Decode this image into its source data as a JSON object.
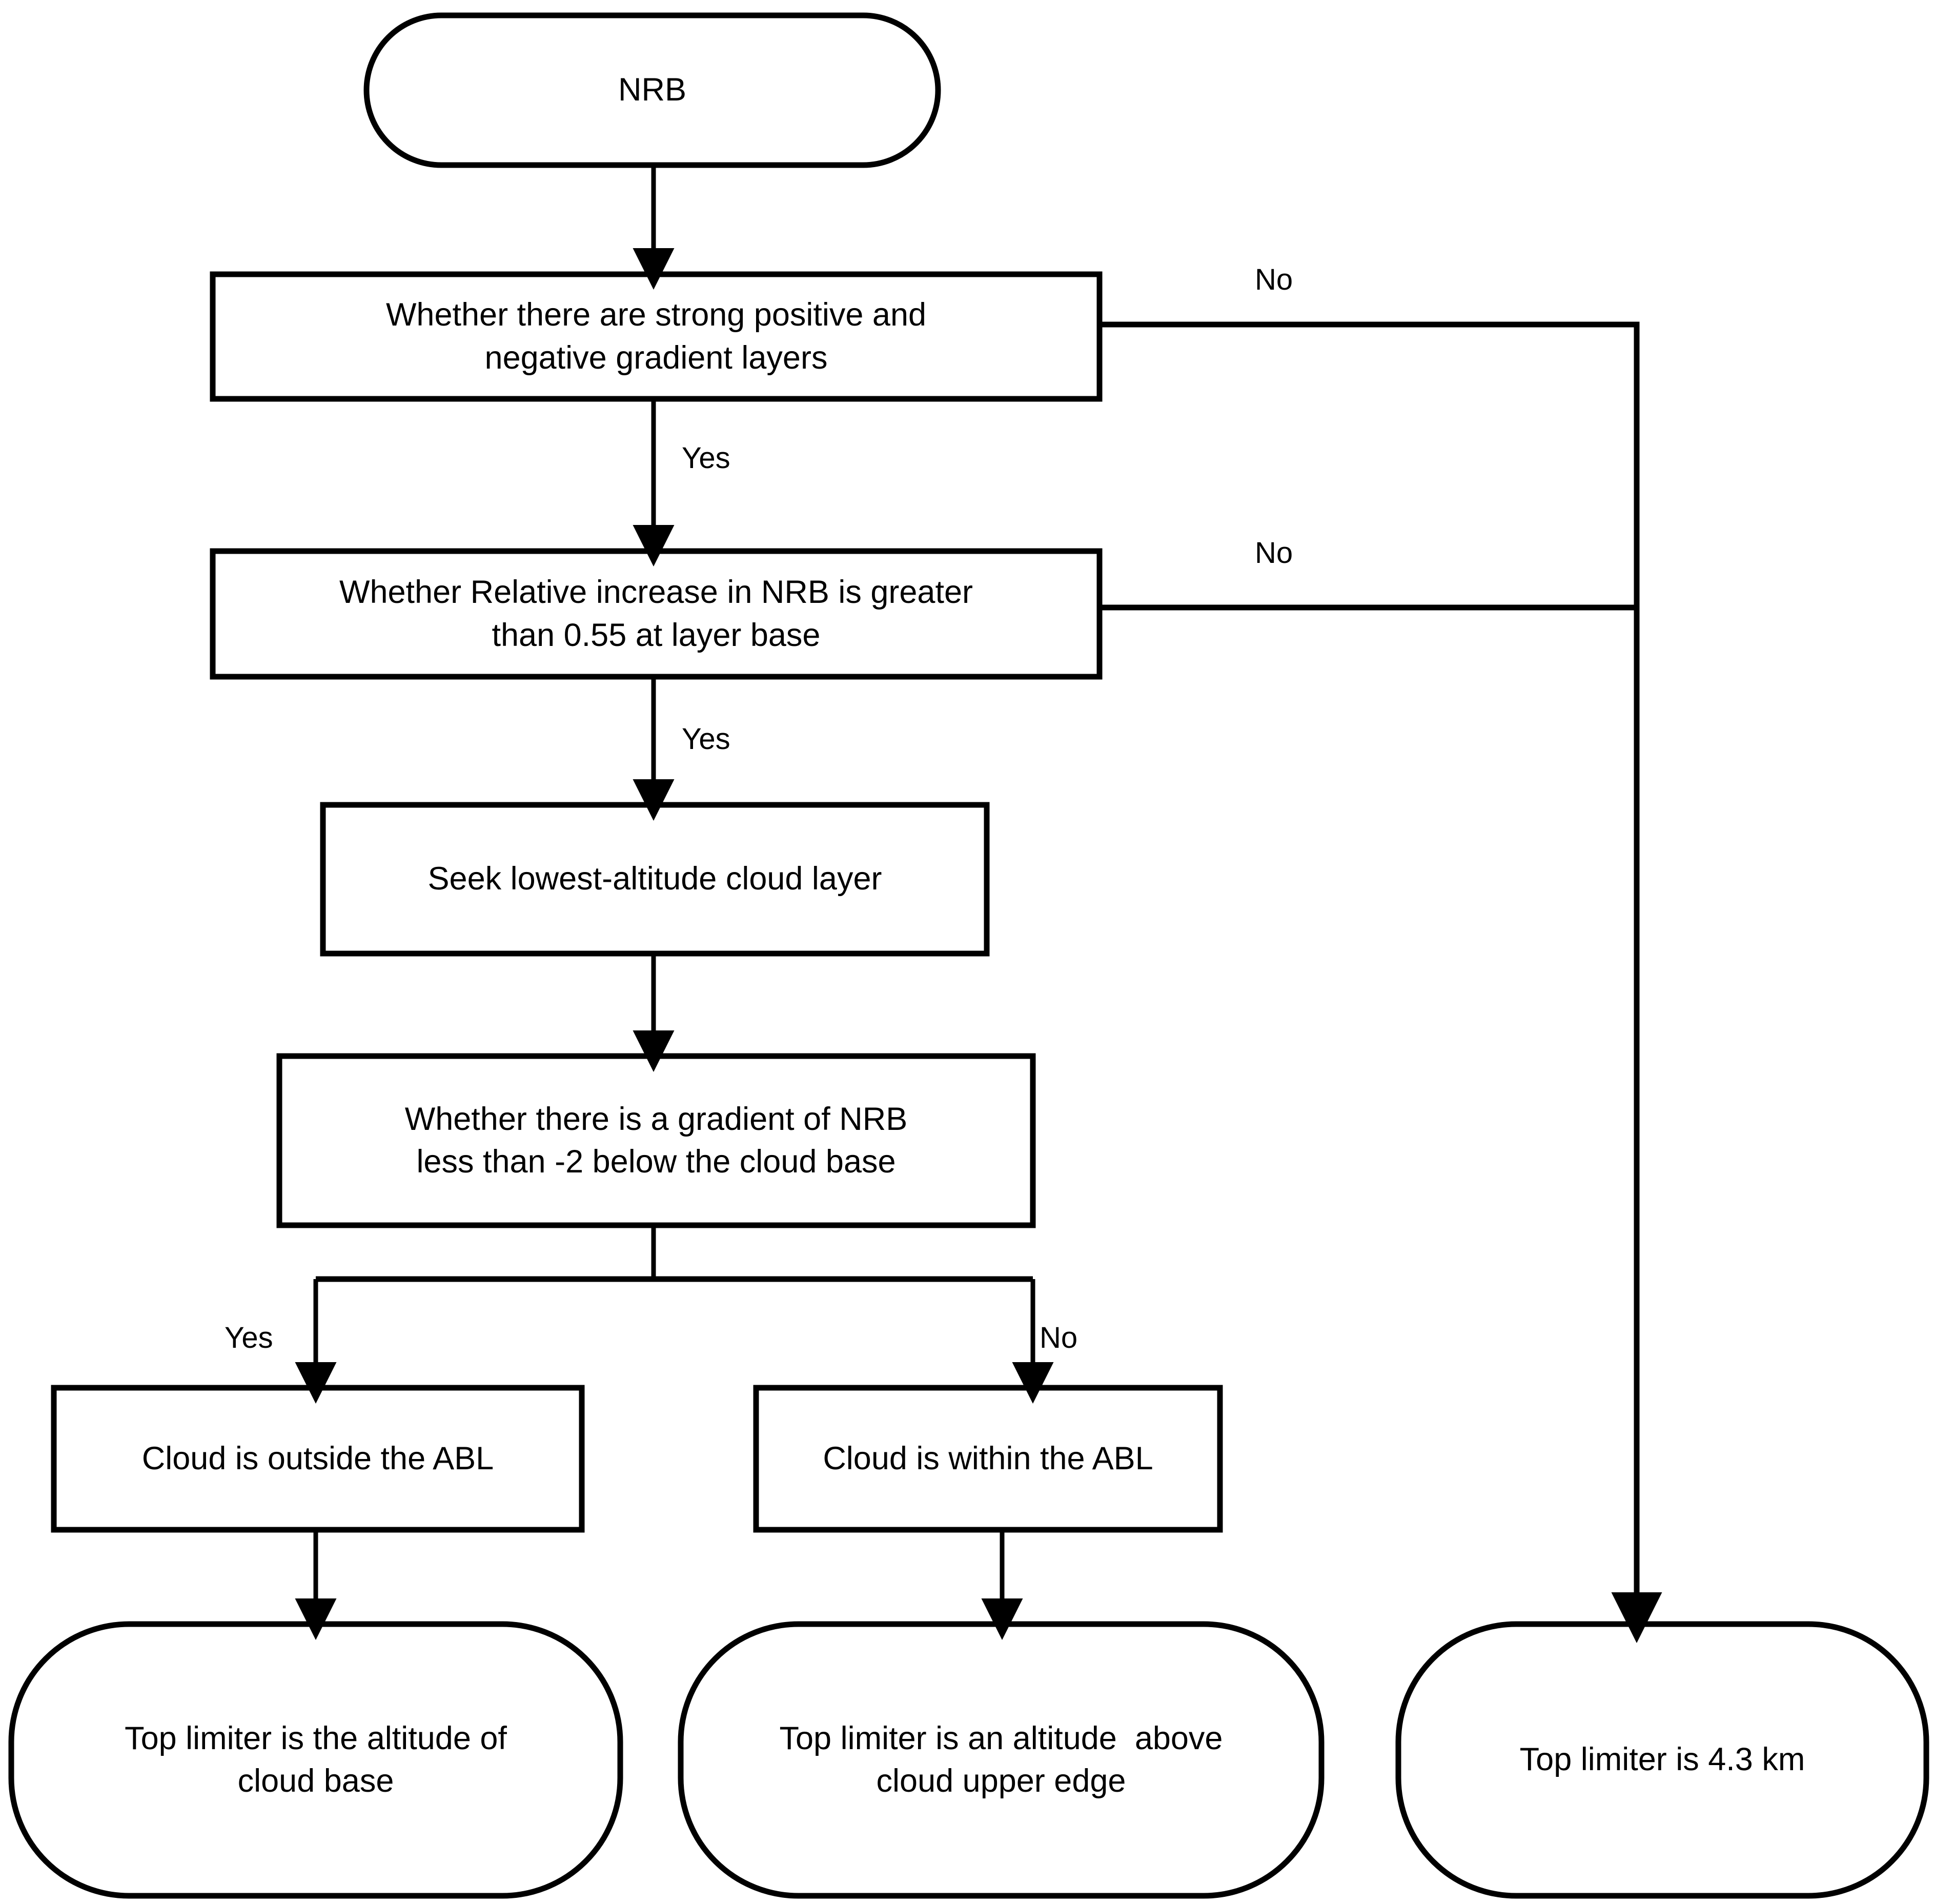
{
  "diagram": {
    "title": "NRB cloud / top-limiter decision flowchart",
    "stroke_color": "#000000",
    "fill_color": "#ffffff",
    "nodes": [
      {
        "id": "start",
        "name": "start-nrb",
        "shape": "terminator",
        "label": "NRB"
      },
      {
        "id": "d1",
        "name": "decision-strong-gradient-layers",
        "shape": "process",
        "label": "Whether there are strong positive and\nnegative gradient layers"
      },
      {
        "id": "d2",
        "name": "decision-relative-increase-nrb",
        "shape": "process",
        "label": "Whether Relative increase in NRB is greater\nthan 0.55 at layer base"
      },
      {
        "id": "p1",
        "name": "process-seek-lowest-cloud-layer",
        "shape": "process",
        "label": "Seek lowest-altitude cloud layer"
      },
      {
        "id": "d3",
        "name": "decision-gradient-below-cloud-base",
        "shape": "process",
        "label": "Whether there is a gradient of NRB\nless than -2 below the cloud base"
      },
      {
        "id": "o1",
        "name": "outcome-cloud-outside-abl",
        "shape": "process",
        "label": "Cloud is outside the ABL"
      },
      {
        "id": "o2",
        "name": "outcome-cloud-within-abl",
        "shape": "process",
        "label": "Cloud is within the ABL"
      },
      {
        "id": "e1",
        "name": "end-top-limiter-cloud-base",
        "shape": "terminator",
        "label": "Top limiter is the altitude of\ncloud base"
      },
      {
        "id": "e2",
        "name": "end-top-limiter-above-cloud-upper-edge",
        "shape": "terminator",
        "label": "Top limiter is an altitude  above\ncloud upper edge"
      },
      {
        "id": "e3",
        "name": "end-top-limiter-4-3-km",
        "shape": "terminator",
        "label": "Top limiter is 4.3 km"
      }
    ],
    "edges": [
      {
        "id": "edge-start-d1",
        "from": "start",
        "to": "d1",
        "label": ""
      },
      {
        "id": "edge-d1-d2-yes",
        "from": "d1",
        "to": "d2",
        "label": "Yes"
      },
      {
        "id": "edge-d1-e3-no",
        "from": "d1",
        "to": "e3",
        "label": "No"
      },
      {
        "id": "edge-d2-p1-yes",
        "from": "d2",
        "to": "p1",
        "label": "Yes"
      },
      {
        "id": "edge-d2-e3-no",
        "from": "d2",
        "to": "e3",
        "label": "No"
      },
      {
        "id": "edge-p1-d3",
        "from": "p1",
        "to": "d3",
        "label": ""
      },
      {
        "id": "edge-d3-o1-yes",
        "from": "d3",
        "to": "o1",
        "label": "Yes"
      },
      {
        "id": "edge-d3-o2-no",
        "from": "d3",
        "to": "o2",
        "label": "No"
      },
      {
        "id": "edge-o1-e1",
        "from": "o1",
        "to": "e1",
        "label": ""
      },
      {
        "id": "edge-o2-e2",
        "from": "o2",
        "to": "e2",
        "label": ""
      }
    ]
  }
}
